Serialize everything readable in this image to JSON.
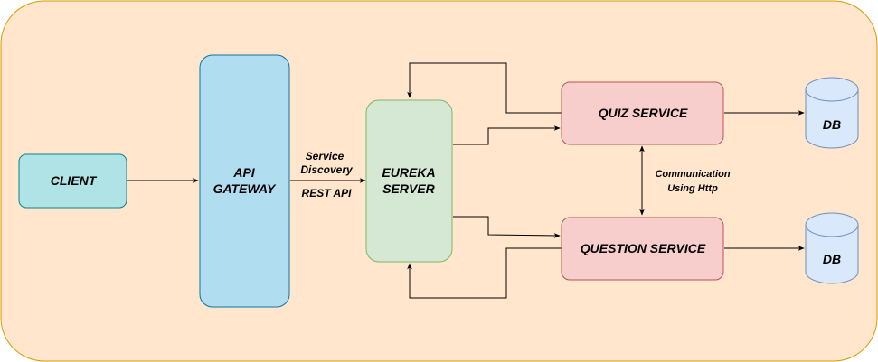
{
  "diagram": {
    "nodes": {
      "client": {
        "label": "CLIENT",
        "fill": "#b0e3e6",
        "stroke": "#0e8088"
      },
      "api_gateway": {
        "line1": "API",
        "line2": "GATEWAY",
        "fill": "#b1ddf0",
        "stroke": "#10739e"
      },
      "eureka_server": {
        "line1": "EUREKA",
        "line2": "SERVER",
        "fill": "#d5e8d4",
        "stroke": "#82b366"
      },
      "quiz_service": {
        "label": "QUIZ SERVICE",
        "fill": "#f8cecc",
        "stroke": "#b85450"
      },
      "question_service": {
        "label": "QUESTION SERVICE",
        "fill": "#f8cecc",
        "stroke": "#b85450"
      },
      "db_quiz": {
        "label": "DB",
        "fill": "#dae8fc",
        "stroke": "#6c8ebf"
      },
      "db_question": {
        "label": "DB",
        "fill": "#dae8fc",
        "stroke": "#6c8ebf"
      }
    },
    "edge_labels": {
      "service_discovery_line1": "Service",
      "service_discovery_line2": "Discovery",
      "rest_api": "REST API",
      "communication_line1": "Communication",
      "communication_line2": "Using Http"
    },
    "container": {
      "fill": "#ffe6cc",
      "stroke": "#d79b00"
    },
    "edge_color": "#000000"
  }
}
